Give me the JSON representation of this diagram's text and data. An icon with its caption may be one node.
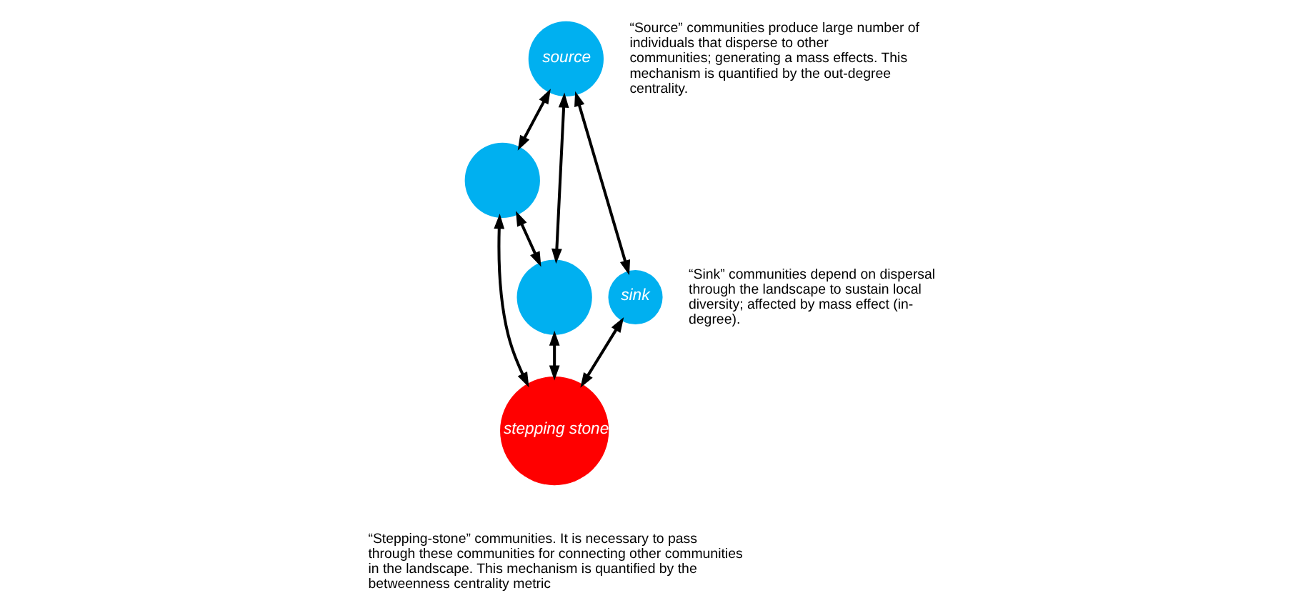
{
  "diagram": {
    "nodes": [
      {
        "text": [
          "source"
        ],
        "beside": [
          "“Source” communities produce large number of individuals that disperse to other communities; generating a mass effects. This mechanism is quantified by the out-degree centrality."
        ]
      },
      {
        "text": [],
        "shape": "circle"
      },
      {
        "text": [
          "sink"
        ],
        "beside": [
          "“Sink” communities depend on dispersal through the landscape to sustain local diversity; affected by mass effect (in-degree)."
        ]
      },
      {
        "text": [],
        "shape": "circle"
      },
      {
        "text": [
          "stepping stone"
        ],
        "beside": [
          "“Stepping-stone” communities. It is necessary to pass through these communities for connecting other communities in the landscape. This mechanism is quantified by the betweenness centrality metric"
        ]
      }
    ],
    "edges": [
      {
        "from": 0,
        "to": 3,
        "arrow": "both"
      },
      {
        "from": 0,
        "to": 1,
        "arrow": "both"
      },
      {
        "from": 0,
        "to": 2,
        "arrow": "both"
      },
      {
        "from": 1,
        "to": 3,
        "arrow": "both"
      },
      {
        "from": 1,
        "to": 4,
        "arrow": "both"
      },
      {
        "from": 3,
        "to": 4,
        "arrow": "both"
      },
      {
        "from": 4,
        "to": 2,
        "arrow": "both"
      }
    ]
  }
}
